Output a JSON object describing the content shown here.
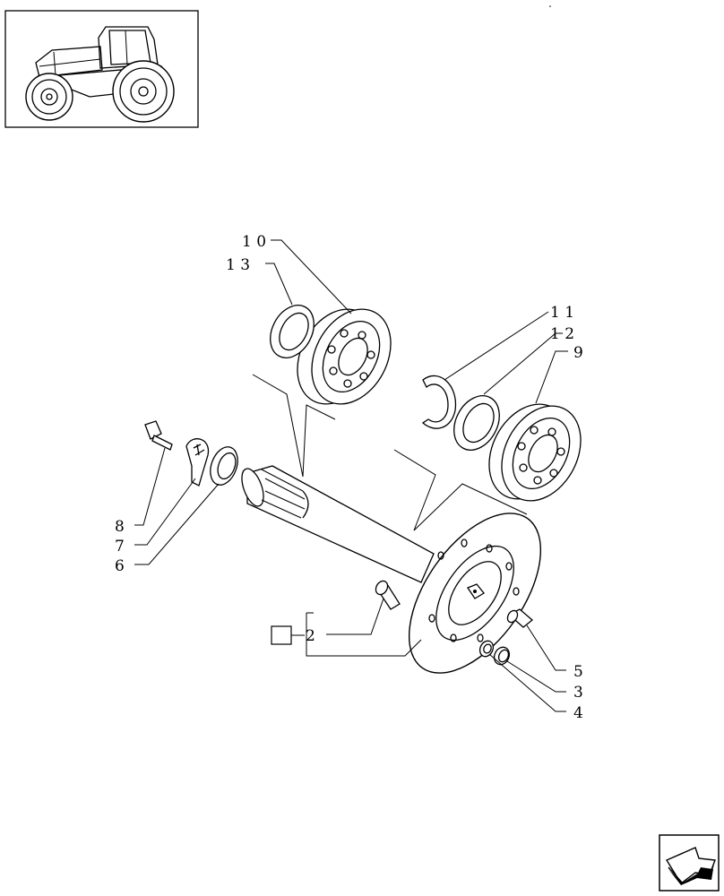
{
  "callouts": {
    "p10": "1 0",
    "p13": "1 3",
    "p11": "1 1",
    "p12": "1 2",
    "p9": "9",
    "p8": "8",
    "p7": "7",
    "p6": "6",
    "p2": "2",
    "p5": "5",
    "p3": "3",
    "p4": "4"
  },
  "icons": {
    "thumbnail": "tractor-thumbnail-icon",
    "navigation": "next-page-arrow-icon"
  }
}
